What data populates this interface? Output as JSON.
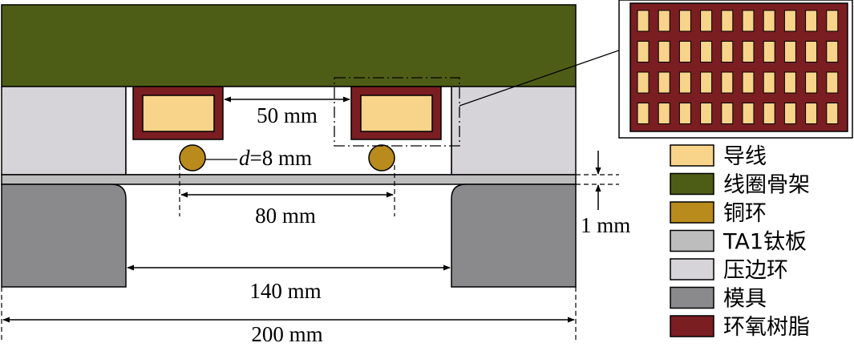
{
  "colors": {
    "conductor": "#F8D38A",
    "coil_frame": "#4E5D16",
    "copper_ring": "#B98A1C",
    "ta1_plate": "#BDBDBD",
    "blank_holder": "#D6D4D8",
    "die": "#8A898B",
    "epoxy": "#7A1E22",
    "outline": "#000000"
  },
  "labels": {
    "dim_50": "50 mm",
    "dim_d_var": "d",
    "dim_d_rest": "=8 mm",
    "dim_80": "80 mm",
    "dim_1": "1 mm",
    "dim_140": "140 mm",
    "dim_200": "200 mm"
  },
  "legend": [
    {
      "label": "导线",
      "color_key": "conductor"
    },
    {
      "label": "线圈骨架",
      "color_key": "coil_frame"
    },
    {
      "label": "铜环",
      "color_key": "copper_ring"
    },
    {
      "label": "TA1钛板",
      "color_key": "ta1_plate"
    },
    {
      "label": "压边环",
      "color_key": "blank_holder"
    },
    {
      "label": "模具",
      "color_key": "die"
    },
    {
      "label": "环氧树脂",
      "color_key": "epoxy"
    }
  ],
  "inset": {
    "rows": 4,
    "cols": 10
  }
}
